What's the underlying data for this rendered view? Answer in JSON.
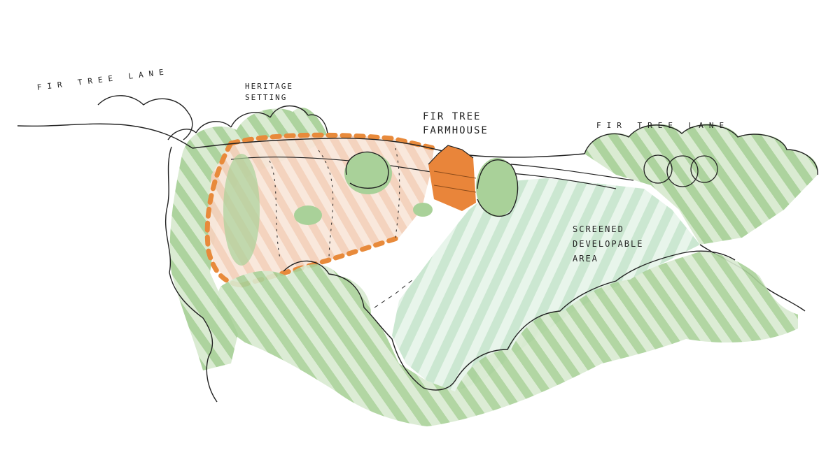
{
  "labels": {
    "lane_left": "FIR TREE LANE",
    "lane_right": "FIR TREE LANE",
    "heritage_setting": "HERITAGE\nSETTING",
    "farmhouse": "FIR TREE\nFARMHOUSE",
    "developable_area": "SCREENED\nDEVELOPABLE\nAREA"
  },
  "colors": {
    "tree_green": "#9fcb8e",
    "pale_green": "#bfe2c8",
    "heritage_fill": "#f6d7c2",
    "heritage_outline": "#e88a3b",
    "farmhouse": "#e9853a",
    "ink": "#1f1f1f"
  }
}
